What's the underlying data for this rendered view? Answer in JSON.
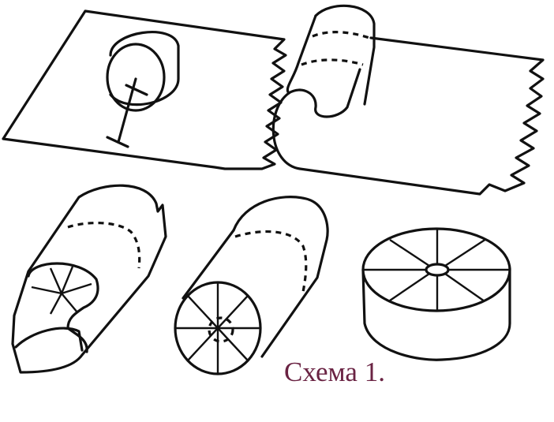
{
  "caption": "Схема 1.",
  "colors": {
    "caption": "#6a2343",
    "line": "#111111",
    "background": "#ffffff"
  },
  "steps": [
    {
      "name": "flat-sheet-with-marked-cylinder"
    },
    {
      "name": "sheet-being-rolled"
    },
    {
      "name": "rolled-tube-with-segmented-end"
    },
    {
      "name": "tube-with-radial-segments"
    },
    {
      "name": "finished-segmented-disc"
    }
  ]
}
